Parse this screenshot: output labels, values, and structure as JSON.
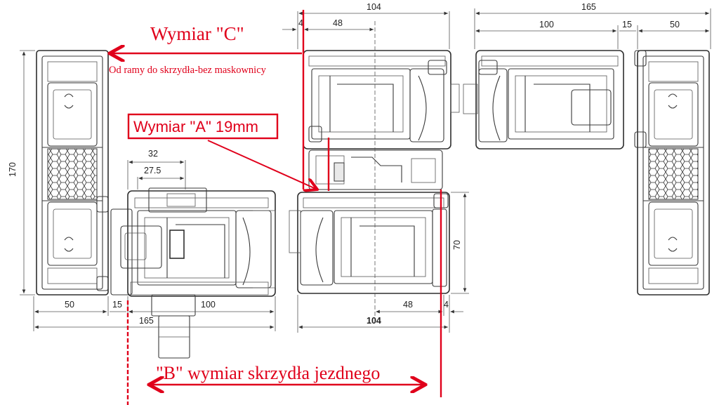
{
  "annotations": {
    "wymiar_c": "Wymiar \"C\"",
    "wymiar_c_note": "Od ramy do skrzydła-bez maskownicy",
    "wymiar_a": "Wymiar \"A\" 19mm",
    "wymiar_b": "\"B\" wymiar skrzydła jezdnego"
  },
  "dimensions": {
    "top_center_total": "104",
    "top_center_small": "4",
    "top_center_48": "48",
    "top_right_total": "165",
    "top_right_100": "100",
    "top_right_15": "15",
    "top_right_50": "50",
    "left_height": "170",
    "handle_32": "32",
    "handle_27_5": "27.5",
    "bottom_left_50": "50",
    "bottom_left_15": "15",
    "bottom_left_100": "100",
    "bottom_left_165": "165",
    "bottom_center_48": "48",
    "bottom_center_4": "4",
    "bottom_center_104": "104",
    "right_height_70": "70"
  },
  "colors": {
    "annotation_red": "#e0001b",
    "line": "#333333",
    "background": "#ffffff"
  }
}
